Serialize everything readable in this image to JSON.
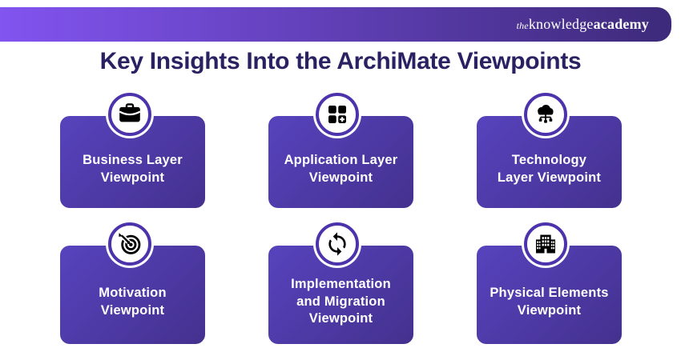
{
  "banner": {
    "logo": {
      "the": "the",
      "knowledge": "knowledge",
      "academy": "academy"
    }
  },
  "title": "Key Insights Into the ArchiMate Viewpoints",
  "colors": {
    "banner_gradient_start": "#8254f0",
    "banner_gradient_end": "#3d2a7a",
    "card_gradient_start": "#5743bd",
    "card_gradient_end": "#44318e",
    "title_color": "#2a2163",
    "circle_ring": "#4c33ab",
    "card_text": "#ffffff"
  },
  "cards": [
    {
      "icon": "briefcase-icon",
      "label": "Business Layer Viewpoint",
      "lines": [
        "Business Layer",
        "Viewpoint"
      ]
    },
    {
      "icon": "app-grid-plus-icon",
      "label": "Application Layer Viewpoint",
      "lines": [
        "Application Layer",
        "Viewpoint"
      ]
    },
    {
      "icon": "cloud-network-icon",
      "label": "Technology Layer Viewpoint",
      "lines": [
        "Technology",
        "Layer Viewpoint"
      ]
    },
    {
      "icon": "target-dart-icon",
      "label": "Motivation Viewpoint",
      "lines": [
        "Motivation",
        "Viewpoint"
      ]
    },
    {
      "icon": "sync-arrows-icon",
      "label": "Implementation and Migration Viewpoint",
      "lines": [
        "Implementation",
        "and Migration",
        "Viewpoint"
      ]
    },
    {
      "icon": "office-building-icon",
      "label": "Physical Elements Viewpoint",
      "lines": [
        "Physical Elements",
        "Viewpoint"
      ]
    }
  ]
}
